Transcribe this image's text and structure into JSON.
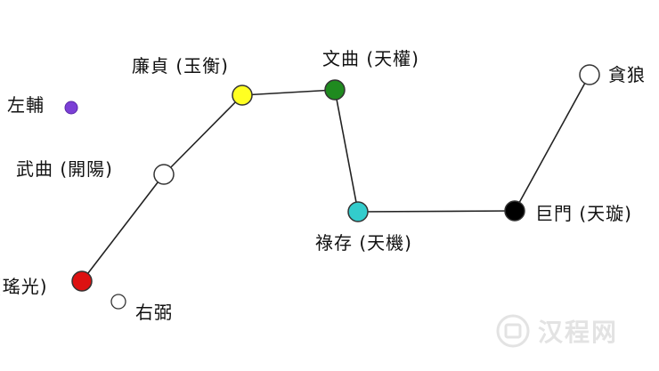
{
  "stars": {
    "zuofu": {
      "label": "左輔",
      "color": "#7b3fd6"
    },
    "lianzhen": {
      "label": "廉貞 (玉衡)",
      "color": "#ffff22"
    },
    "wenqu": {
      "label": "文曲 (天權)",
      "color": "#1f8a1f"
    },
    "tanlang": {
      "label": "貪狼",
      "color": "#ffffff"
    },
    "wuqu": {
      "label": "武曲 (開陽)",
      "color": "#ffffff"
    },
    "lucun": {
      "label": "祿存 (天機)",
      "color": "#33cccc"
    },
    "jumen": {
      "label": "巨門 (天璇)",
      "color": "#000000"
    },
    "pojun": {
      "label": "(瑤光)",
      "color": "#dd1111"
    },
    "youbi": {
      "label": "右弼",
      "color": "#ffffff"
    }
  },
  "watermark": {
    "text": "汉程网"
  }
}
